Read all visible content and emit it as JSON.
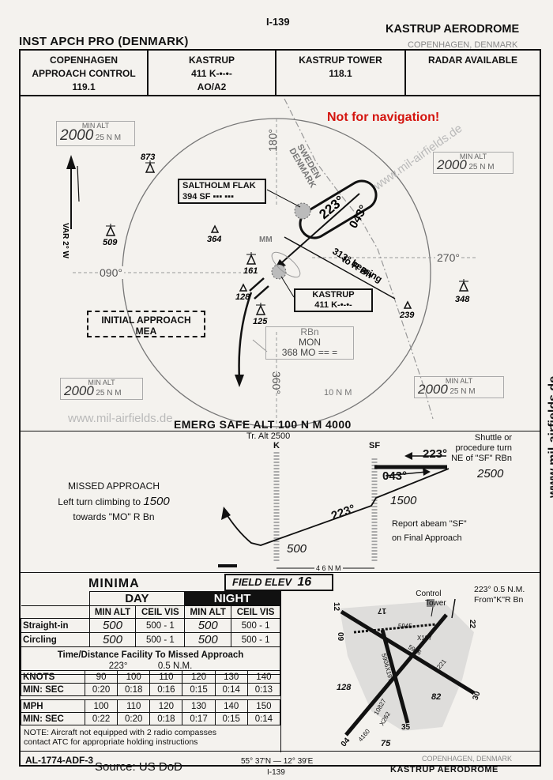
{
  "header": {
    "page_top": "I-139",
    "title_left": "INST APCH PRO (DENMARK)",
    "title_right": "KASTRUP AERODROME",
    "subtitle_right": "COPENHAGEN, DENMARK"
  },
  "freq": {
    "approach": {
      "line1": "COPENHAGEN",
      "line2": "APPROACH CONTROL",
      "line3": "119.1"
    },
    "kastrup": {
      "line1": "KASTRUP",
      "line2": "411  K-•-•-",
      "line3": "AO/A2"
    },
    "tower": {
      "line1": "KASTRUP TOWER",
      "line2": "118.1"
    },
    "radar": {
      "line1": "RADAR  AVAILABLE"
    }
  },
  "plan": {
    "not_for_nav": "Not for navigation!",
    "watermark": "www.mil-airfields.de",
    "min_alt_nw": {
      "label": "MIN ALT",
      "value": "2000",
      "unit": "25 N M"
    },
    "min_alt_ne": {
      "label": "MIN ALT",
      "value": "2000",
      "unit": "25 N M"
    },
    "min_alt_sw": {
      "label": "MIN ALT",
      "value": "2000",
      "unit": "25 N M"
    },
    "min_alt_se": {
      "label": "MIN ALT",
      "value": "2000",
      "unit": "25 N M"
    },
    "var": "VAR 2° W",
    "border_label1": "SWEDEN",
    "border_label2": "DENMARK",
    "radial_180": "180°",
    "radial_090": "090°",
    "radial_270": "270°",
    "radial_360": "360°",
    "course_223": "223°",
    "course_043": "043°",
    "bearing_label": "313° bearing",
    "bearing_label2": "to R Bn",
    "saltholm": {
      "name": "SALTHOLM FLAK",
      "ident": "394  SF  ▪▪▪ ▪▪▪"
    },
    "kastrup_bn": {
      "name": "KASTRUP",
      "ident": "411 K-•-•-"
    },
    "mon": {
      "type": "RBn",
      "name": "MON",
      "ident": "368 MO  ==  ="
    },
    "mm": "MM",
    "initial_approach": "INITIAL APPROACH",
    "mea": "MEA",
    "ten_nm": "10 N M",
    "obstacles": [
      "873",
      "509",
      "364",
      "161",
      "128",
      "125",
      "239",
      "348"
    ],
    "emerg_safe_alt": "EMERG  SAFE  ALT  100  N M  4000"
  },
  "profile": {
    "tr_alt": "Tr. Alt  2500",
    "k": "K",
    "sf": "SF",
    "shuttle": "Shuttle or",
    "shuttle2": "procedure turn",
    "shuttle3": "NE of \"SF\" RBn",
    "alt_2500": "2500",
    "course_223": "223°",
    "course_043": "043°",
    "alt_1500": "1500",
    "course_223b": "223°",
    "alt_500": "500",
    "report": "Report abeam \"SF\"",
    "report2": "on Final Approach",
    "missed_title": "MISSED APPROACH",
    "missed_line1": "Left turn climbing to",
    "missed_alt": "1500",
    "missed_line2": "towards \"MO\" R Bn",
    "dist": "4 6 N M"
  },
  "minima": {
    "title": "MINIMA",
    "field_elev_label": "FIELD ELEV",
    "field_elev": "16",
    "day": "DAY",
    "night": "NIGHT",
    "cols": [
      "MIN ALT",
      "CEIL VIS",
      "MIN ALT",
      "CEIL VIS"
    ],
    "rows": [
      {
        "label": "Straight-in",
        "v": [
          "500",
          "500 - 1",
          "500",
          "500 - 1"
        ]
      },
      {
        "label": "Circling",
        "v": [
          "500",
          "500 - 1",
          "500",
          "500 - 1"
        ]
      }
    ],
    "td_title": "Time/Distance Facility To Missed Approach",
    "td_sub1": "223°",
    "td_sub2": "0.5 N.M.",
    "knots": {
      "label": "KNOTS",
      "v": [
        "90",
        "100",
        "110",
        "120",
        "130",
        "140"
      ]
    },
    "min_sec1": {
      "label": "MIN:  SEC",
      "v": [
        "0:20",
        "0:18",
        "0:16",
        "0:15",
        "0:14",
        "0:13"
      ]
    },
    "mph": {
      "label": "MPH",
      "v": [
        "100",
        "110",
        "120",
        "130",
        "140",
        "150"
      ]
    },
    "min_sec2": {
      "label": "MIN:  SEC",
      "v": [
        "0:22",
        "0:20",
        "0:18",
        "0:17",
        "0:15",
        "0:14"
      ]
    },
    "note1": "NOTE: Aircraft not equipped with 2 radio compasses",
    "note2": "contact ATC for appropriate holding instructions"
  },
  "aerodrome": {
    "control_tower": "Control",
    "control_tower2": "Tower",
    "info1": "223° 0.5 N.M.",
    "info2": "From\"K\"R Bn",
    "runways": [
      "12",
      "17",
      "22",
      "09",
      "35",
      "30",
      "04"
    ],
    "rwy_labels": [
      "5945",
      "X197",
      "5906",
      "X221",
      "5906X197",
      "10827",
      "X262",
      "4160"
    ],
    "obs": [
      "128",
      "82",
      "75"
    ]
  },
  "footer": {
    "left": "AL-1774-ADF-3",
    "source": "Source: US DoD",
    "coords": "55° 37'N — 12° 39'E",
    "page": "I-139",
    "right1": "COPENHAGEN, DENMARK",
    "right2": "KASTRUP AERODROME"
  },
  "side_watermark": "www.mil-airfields.de"
}
